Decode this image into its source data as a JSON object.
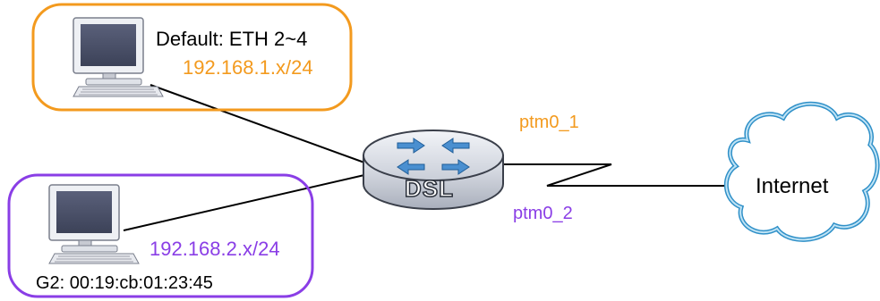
{
  "colors": {
    "default_group": "#f39a1e",
    "g2_group": "#8a3ee6",
    "router_body": "#dce0e8",
    "cloud_edge": "#2f90c8",
    "line": "#000000"
  },
  "groups": {
    "default": {
      "name_label": "Default: ETH 2~4",
      "subnet_label": "192.168.1.x/24"
    },
    "g2": {
      "subnet_label": "192.168.2.x/24",
      "mac_label": "G2: 00:19:cb:01:23:45"
    }
  },
  "router": {
    "label": "DSL",
    "icon": "router-icon"
  },
  "interfaces": {
    "ptm0_1": "ptm0_1",
    "ptm0_2": "ptm0_2"
  },
  "cloud": {
    "label": "Internet",
    "icon": "cloud-icon"
  },
  "computers": {
    "icon": "computer-icon"
  }
}
